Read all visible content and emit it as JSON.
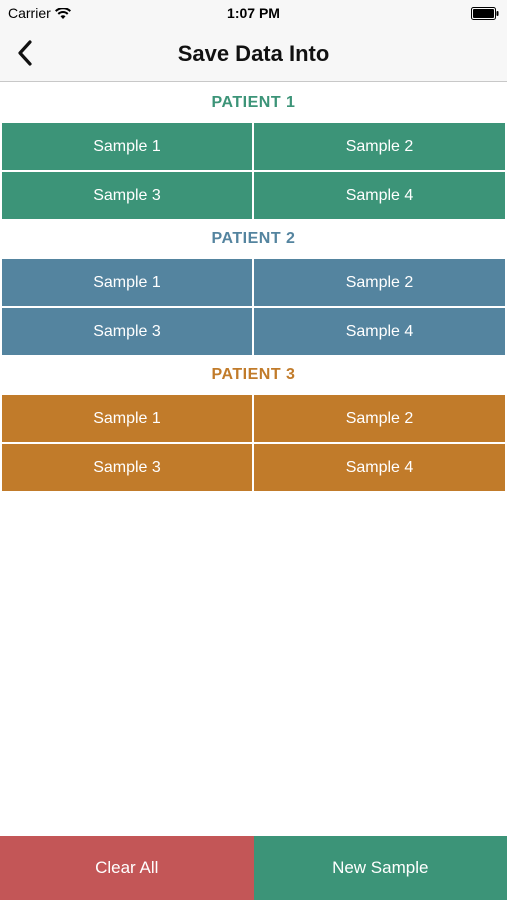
{
  "status_bar": {
    "carrier": "Carrier",
    "time": "1:07 PM"
  },
  "nav": {
    "title": "Save Data Into"
  },
  "colors": {
    "patient_1": "#3c9478",
    "patient_2": "#54849f",
    "patient_3": "#c17b2a",
    "clear": "#c35657",
    "new": "#3c9478"
  },
  "patients": [
    {
      "title": "PATIENT 1",
      "samples": [
        "Sample 1",
        "Sample 2",
        "Sample 3",
        "Sample 4"
      ]
    },
    {
      "title": "PATIENT 2",
      "samples": [
        "Sample 1",
        "Sample 2",
        "Sample 3",
        "Sample 4"
      ]
    },
    {
      "title": "PATIENT 3",
      "samples": [
        "Sample 1",
        "Sample 2",
        "Sample 3",
        "Sample 4"
      ]
    }
  ],
  "bottom": {
    "clear_label": "Clear All",
    "new_label": "New Sample"
  }
}
